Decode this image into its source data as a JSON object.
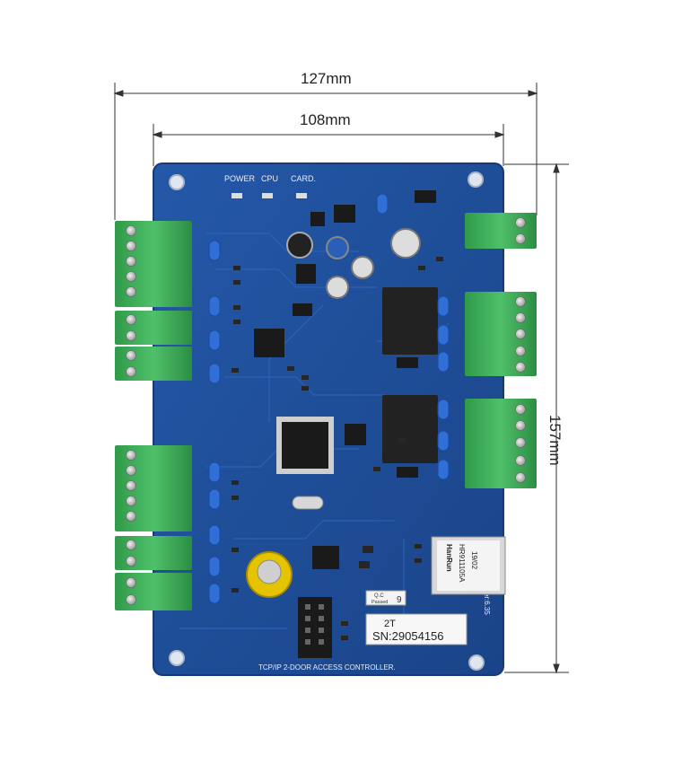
{
  "dimensions": {
    "overall_width": "127mm",
    "board_width": "108mm",
    "height": "157mm"
  },
  "silkscreen": {
    "led_power": "POWER",
    "led_cpu": "CPU",
    "led_card": "CARD.",
    "board_name": "TCP/IP 2-DOOR ACCESS CONTROLLER.",
    "version": "Ver:6.35"
  },
  "labels": {
    "model": "2T",
    "serial": "SN:29054156",
    "qc_line1": "Q.C",
    "qc_line2": "Passed",
    "qc_number": "9"
  },
  "rj45": {
    "brand": "HanRun",
    "part": "HR911105A",
    "date": "19/02"
  },
  "colors": {
    "pcb": "#1f4f9a",
    "terminal": "#3fae5a",
    "capacitor": "#2f6fd6",
    "chip": "#1a1a1a"
  }
}
